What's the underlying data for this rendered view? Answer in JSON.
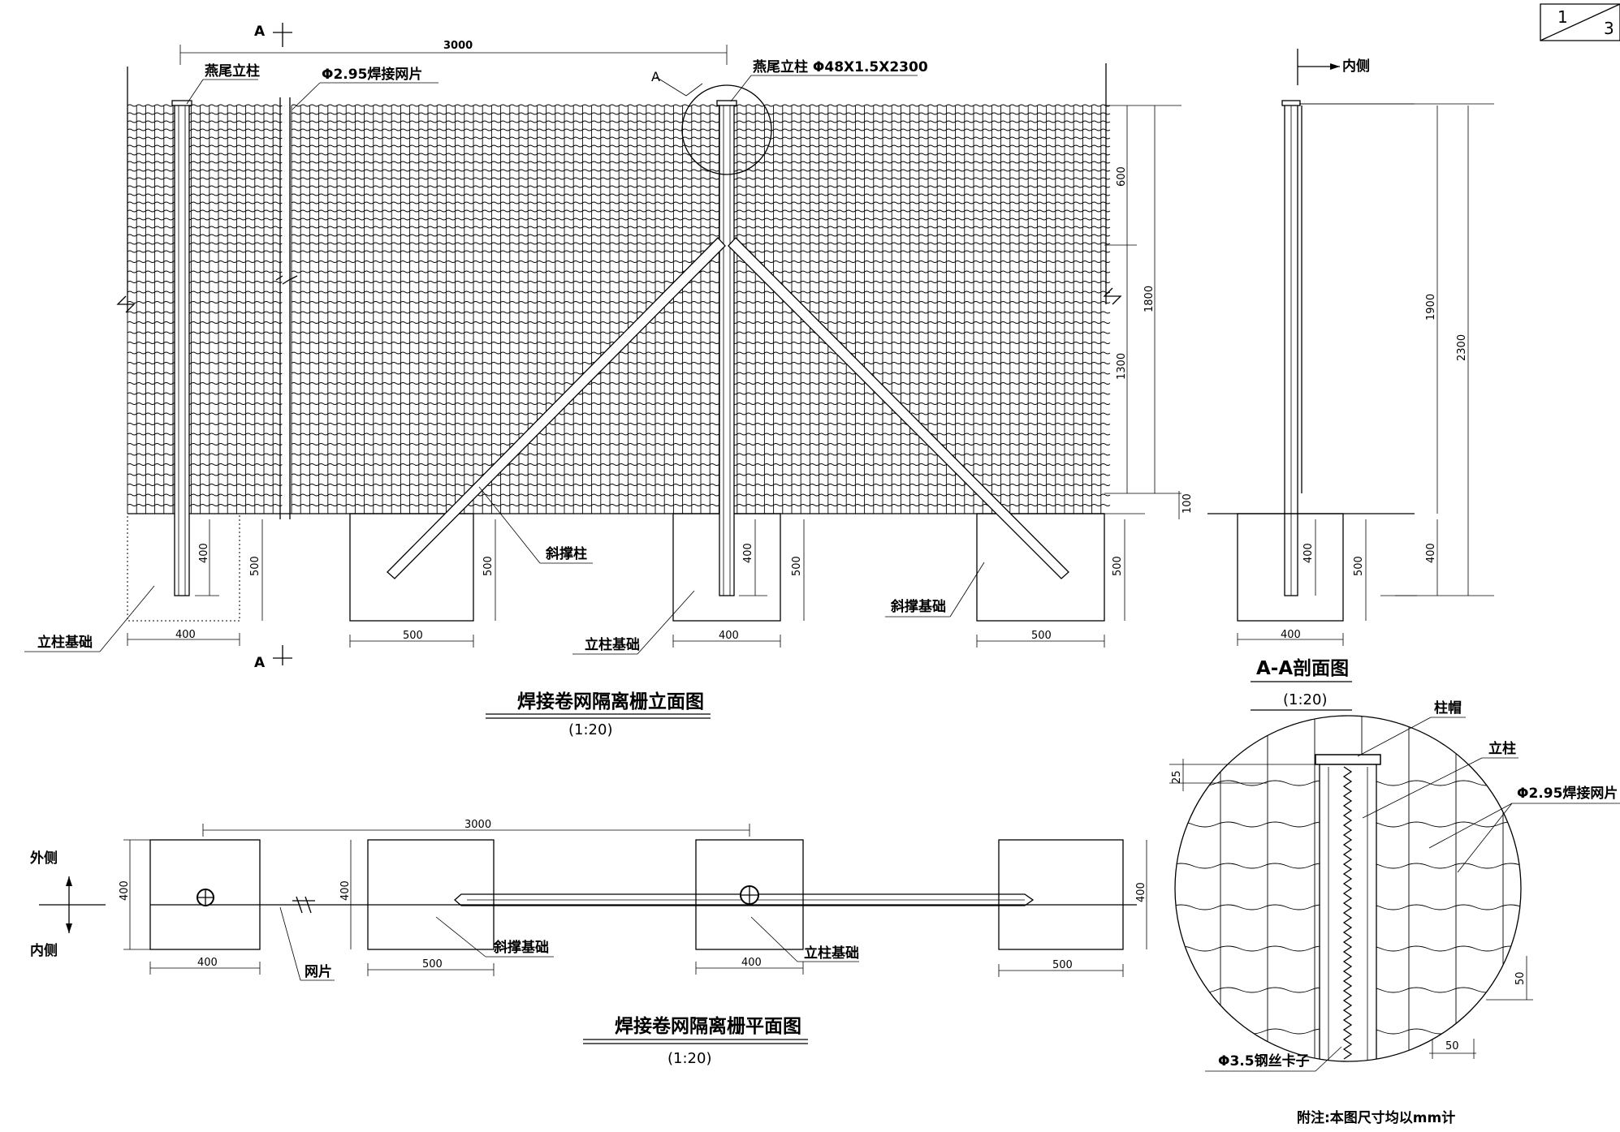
{
  "sheet": {
    "number": "1",
    "total": "3"
  },
  "elevation": {
    "title": "焊接卷网隔离栅立面图",
    "scale": "(1:20)",
    "section_mark": "A",
    "detail_mark": "A",
    "labels": {
      "dovetail_post": "燕尾立柱",
      "dovetail_post_spec": "燕尾立柱 Φ48X1.5X2300",
      "mesh": "Φ2.95焊接网片",
      "brace": "斜撑柱",
      "post_foundation": "立柱基础",
      "brace_foundation": "斜撑基础"
    },
    "dims": {
      "span": "3000",
      "top_600": "600",
      "mid_1300": "1300",
      "total_1800": "1800",
      "bottom_100": "100",
      "embed_400": "400",
      "found_500": "500",
      "found_w_400": "400",
      "found_w_500": "500"
    }
  },
  "section": {
    "title": "A-A剖面图",
    "scale": "(1:20)",
    "inner_side": "内侧",
    "dims": {
      "h_1900": "1900",
      "h_2300": "2300",
      "embed_400": "400",
      "found_500": "500",
      "found_400": "400",
      "w_400": "400"
    }
  },
  "plan": {
    "title": "焊接卷网隔离栅平面图",
    "scale": "(1:20)",
    "outer_side": "外侧",
    "inner_side": "内侧",
    "labels": {
      "mesh_panel": "网片",
      "brace_foundation": "斜撑基础",
      "post_foundation": "立柱基础"
    },
    "dims": {
      "span": "3000",
      "w_400": "400",
      "w_500": "500",
      "h_400": "400"
    }
  },
  "detail": {
    "labels": {
      "cap": "柱帽",
      "post": "立柱",
      "mesh": "Φ2.95焊接网片",
      "clip": "Φ3.5钢丝卡子"
    },
    "dims": {
      "d_25": "25",
      "d_50_v": "50",
      "d_50_h": "50"
    }
  },
  "note": "附注:本图尺寸均以mm计"
}
